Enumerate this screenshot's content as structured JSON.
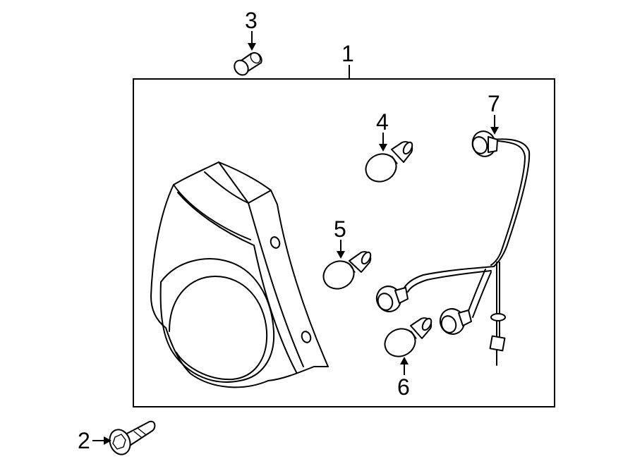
{
  "callouts": {
    "c1": "1",
    "c2": "2",
    "c3": "3",
    "c4": "4",
    "c5": "5",
    "c6": "6",
    "c7": "7"
  },
  "colors": {
    "line": "#000000",
    "background": "#ffffff",
    "panel": "#ffffff"
  },
  "icons": {
    "housing": "tail-lamp-housing-icon",
    "bolt": "hex-bolt-icon",
    "nut": "cylinder-nut-icon",
    "bulb": "bulb-icon",
    "socket": "socket-harness-icon"
  }
}
